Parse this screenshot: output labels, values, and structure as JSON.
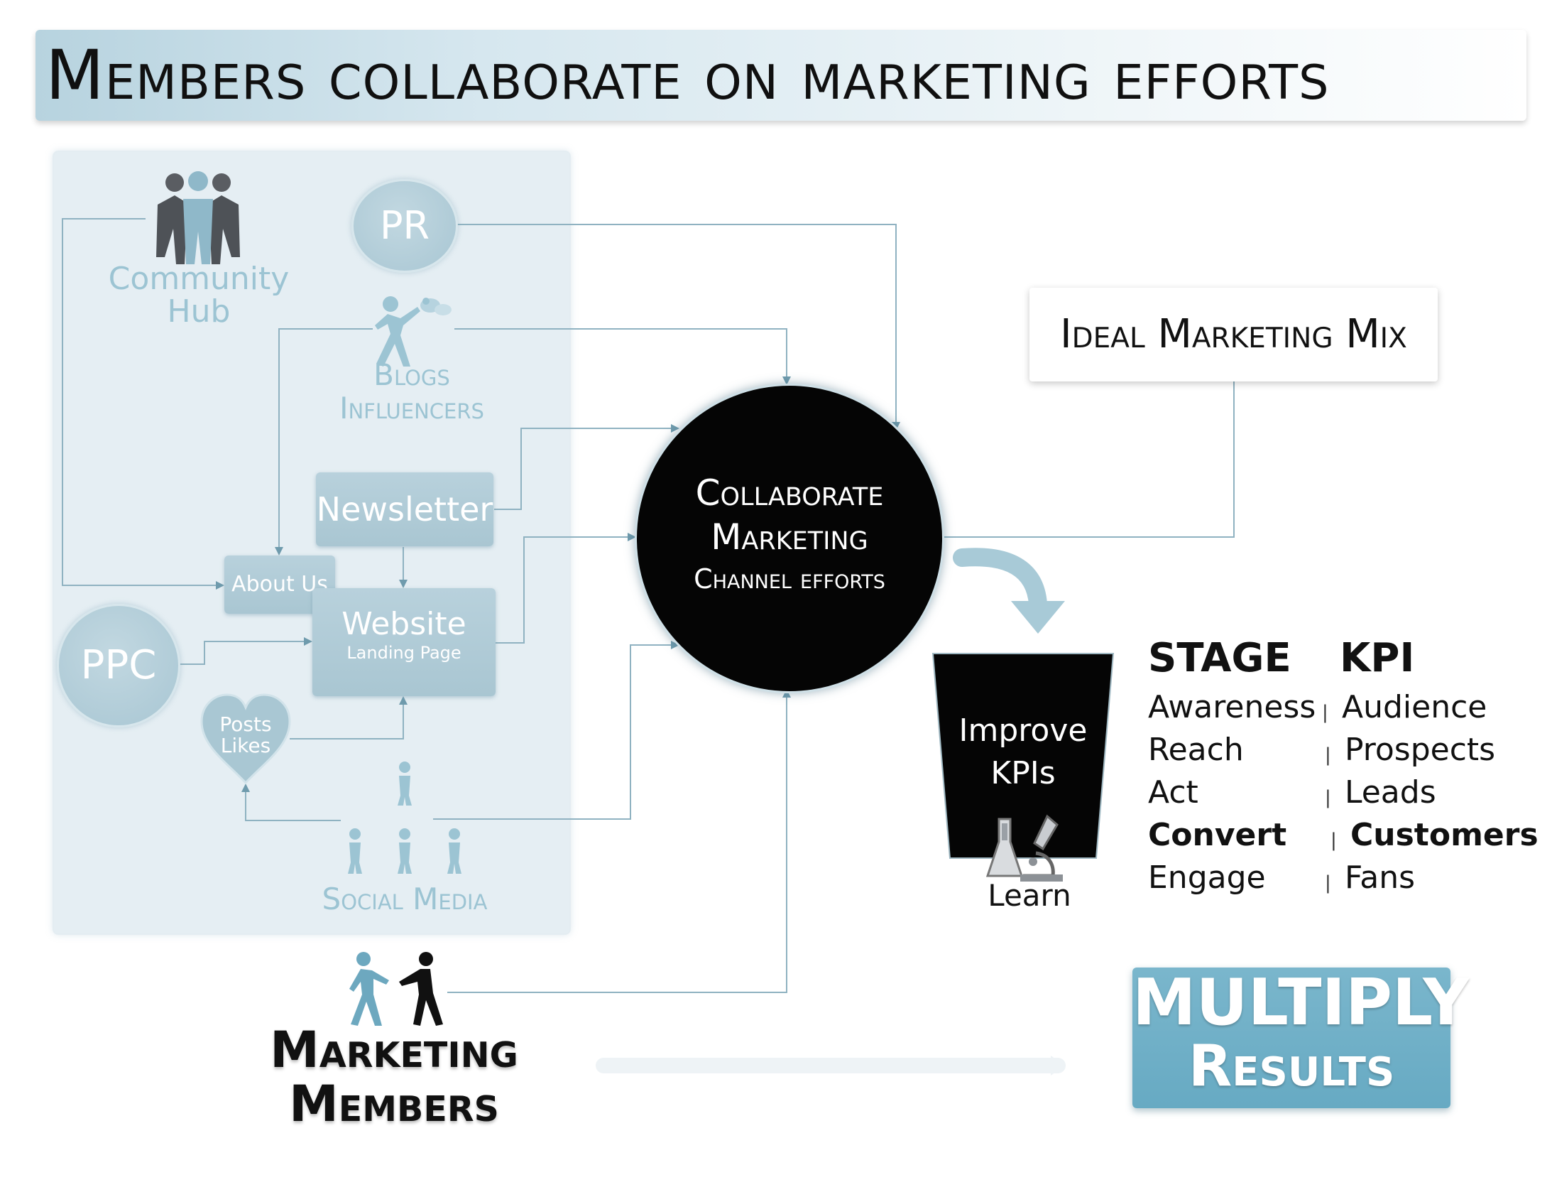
{
  "title": "Members collaborate on marketing efforts",
  "channels": {
    "community_hub": "Community Hub",
    "pr": "PR",
    "blogs": "Blogs",
    "influencers": "Influencers",
    "newsletter": "Newsletter",
    "about_us": "About Us",
    "website": "Website",
    "landing_page": "Landing Page",
    "ppc": "PPC",
    "posts": "Posts",
    "likes": "Likes",
    "social_media": "Social Media"
  },
  "collaborate": {
    "line1": "Collaborate",
    "line2": "Marketing",
    "line3": "Channel efforts"
  },
  "ideal_mix": "Ideal Marketing Mix",
  "improve": {
    "line1": "Improve",
    "line2": "KPIs",
    "learn": "Learn"
  },
  "kpi_table": {
    "stage_header": "STAGE",
    "kpi_header": "KPI",
    "separator": "|",
    "rows": [
      {
        "stage": "Awareness",
        "kpi": "Audience",
        "bold": false
      },
      {
        "stage": "Reach",
        "kpi": "Prospects",
        "bold": false
      },
      {
        "stage": "Act",
        "kpi": "Leads",
        "bold": false
      },
      {
        "stage": "Convert",
        "kpi": "Customers",
        "bold": true
      },
      {
        "stage": "Engage",
        "kpi": "Fans",
        "bold": false
      }
    ]
  },
  "multiply": {
    "line1": "MULTIPLY",
    "line2": "Results"
  },
  "members": {
    "line1": "Marketing",
    "line2": "Members"
  },
  "colors": {
    "connector": "#7fa9bb",
    "pale_text": "#9cc4d3",
    "accent": "#6aaac3"
  }
}
